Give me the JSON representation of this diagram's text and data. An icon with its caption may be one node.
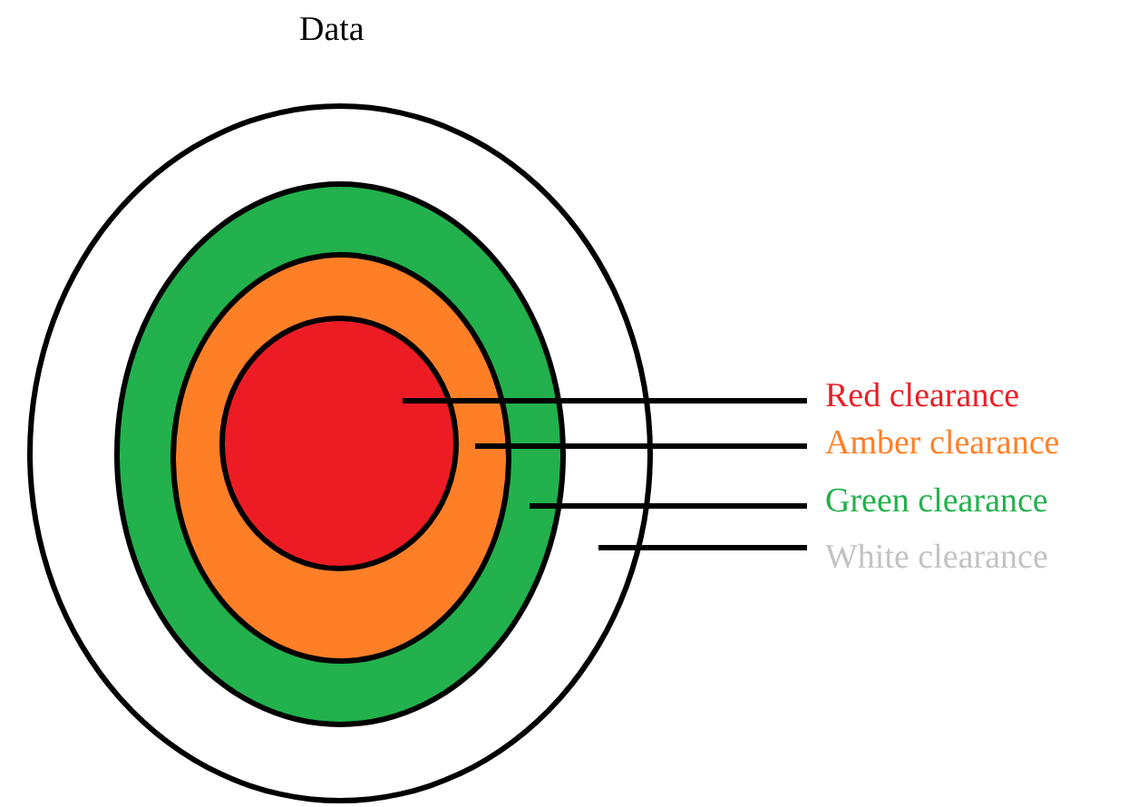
{
  "diagram": {
    "title": "Data",
    "nodes": [
      {
        "text": [],
        "shape": "circle"
      },
      {
        "text": [],
        "shape": "circle",
        "in": 0
      },
      {
        "text": [],
        "shape": "circle",
        "in": 1
      },
      {
        "text": [],
        "shape": "circle",
        "in": 2
      },
      {
        "text": [
          "Red clearance"
        ]
      },
      {
        "text": [
          "Amber clearance"
        ]
      },
      {
        "text": [
          "Green clearance"
        ]
      },
      {
        "text": [
          "White clearance"
        ]
      }
    ],
    "edges": [
      {
        "from": 4,
        "to": 3,
        "arrow": "none"
      },
      {
        "from": 5,
        "to": 2,
        "arrow": "none"
      },
      {
        "from": 6,
        "to": 1,
        "arrow": "none"
      },
      {
        "from": 7,
        "to": 0,
        "arrow": "none"
      }
    ]
  }
}
